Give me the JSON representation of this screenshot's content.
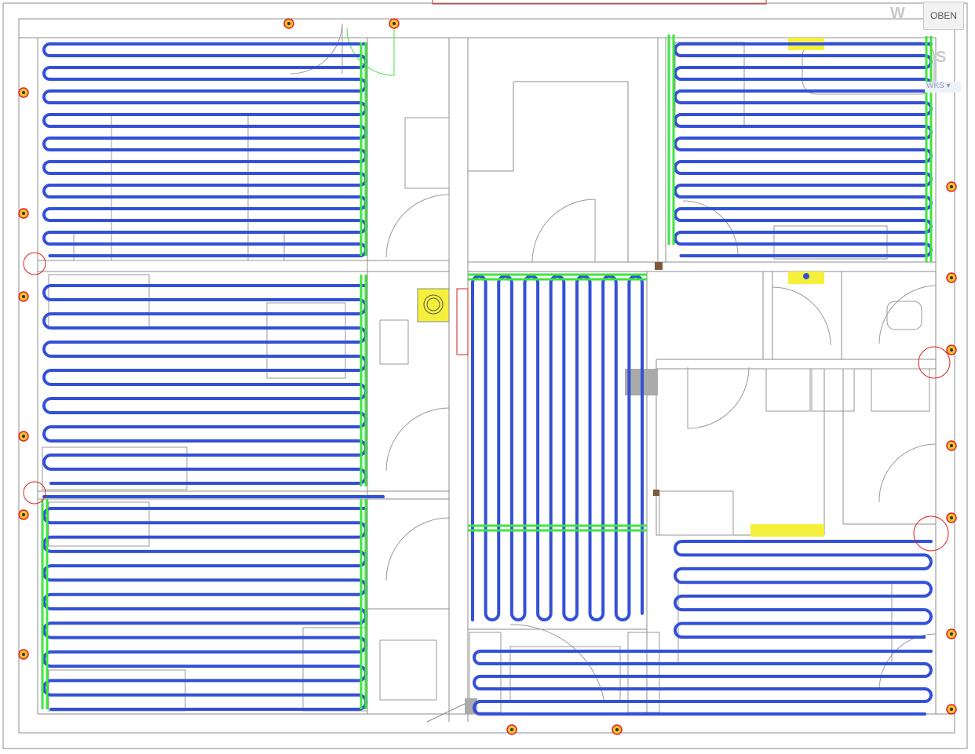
{
  "colors": {
    "wall": "#8c8c8c",
    "heating_pipe": "#3350d8",
    "manifold_pipe": "#3ce63c",
    "fixture": "#9a9a9a",
    "highlight_yellow": "#f5f03c",
    "outlet_red": "#dd2222",
    "selection_frame": "#cc2222",
    "viewcube_text": "#c8c8c8"
  },
  "viewcube": {
    "face_label": "OBEN",
    "west_label": "W",
    "south_label": "S",
    "coord_label": "WKS"
  },
  "icons": [
    "socket-icon",
    "door-swing-icon",
    "window-icon"
  ]
}
